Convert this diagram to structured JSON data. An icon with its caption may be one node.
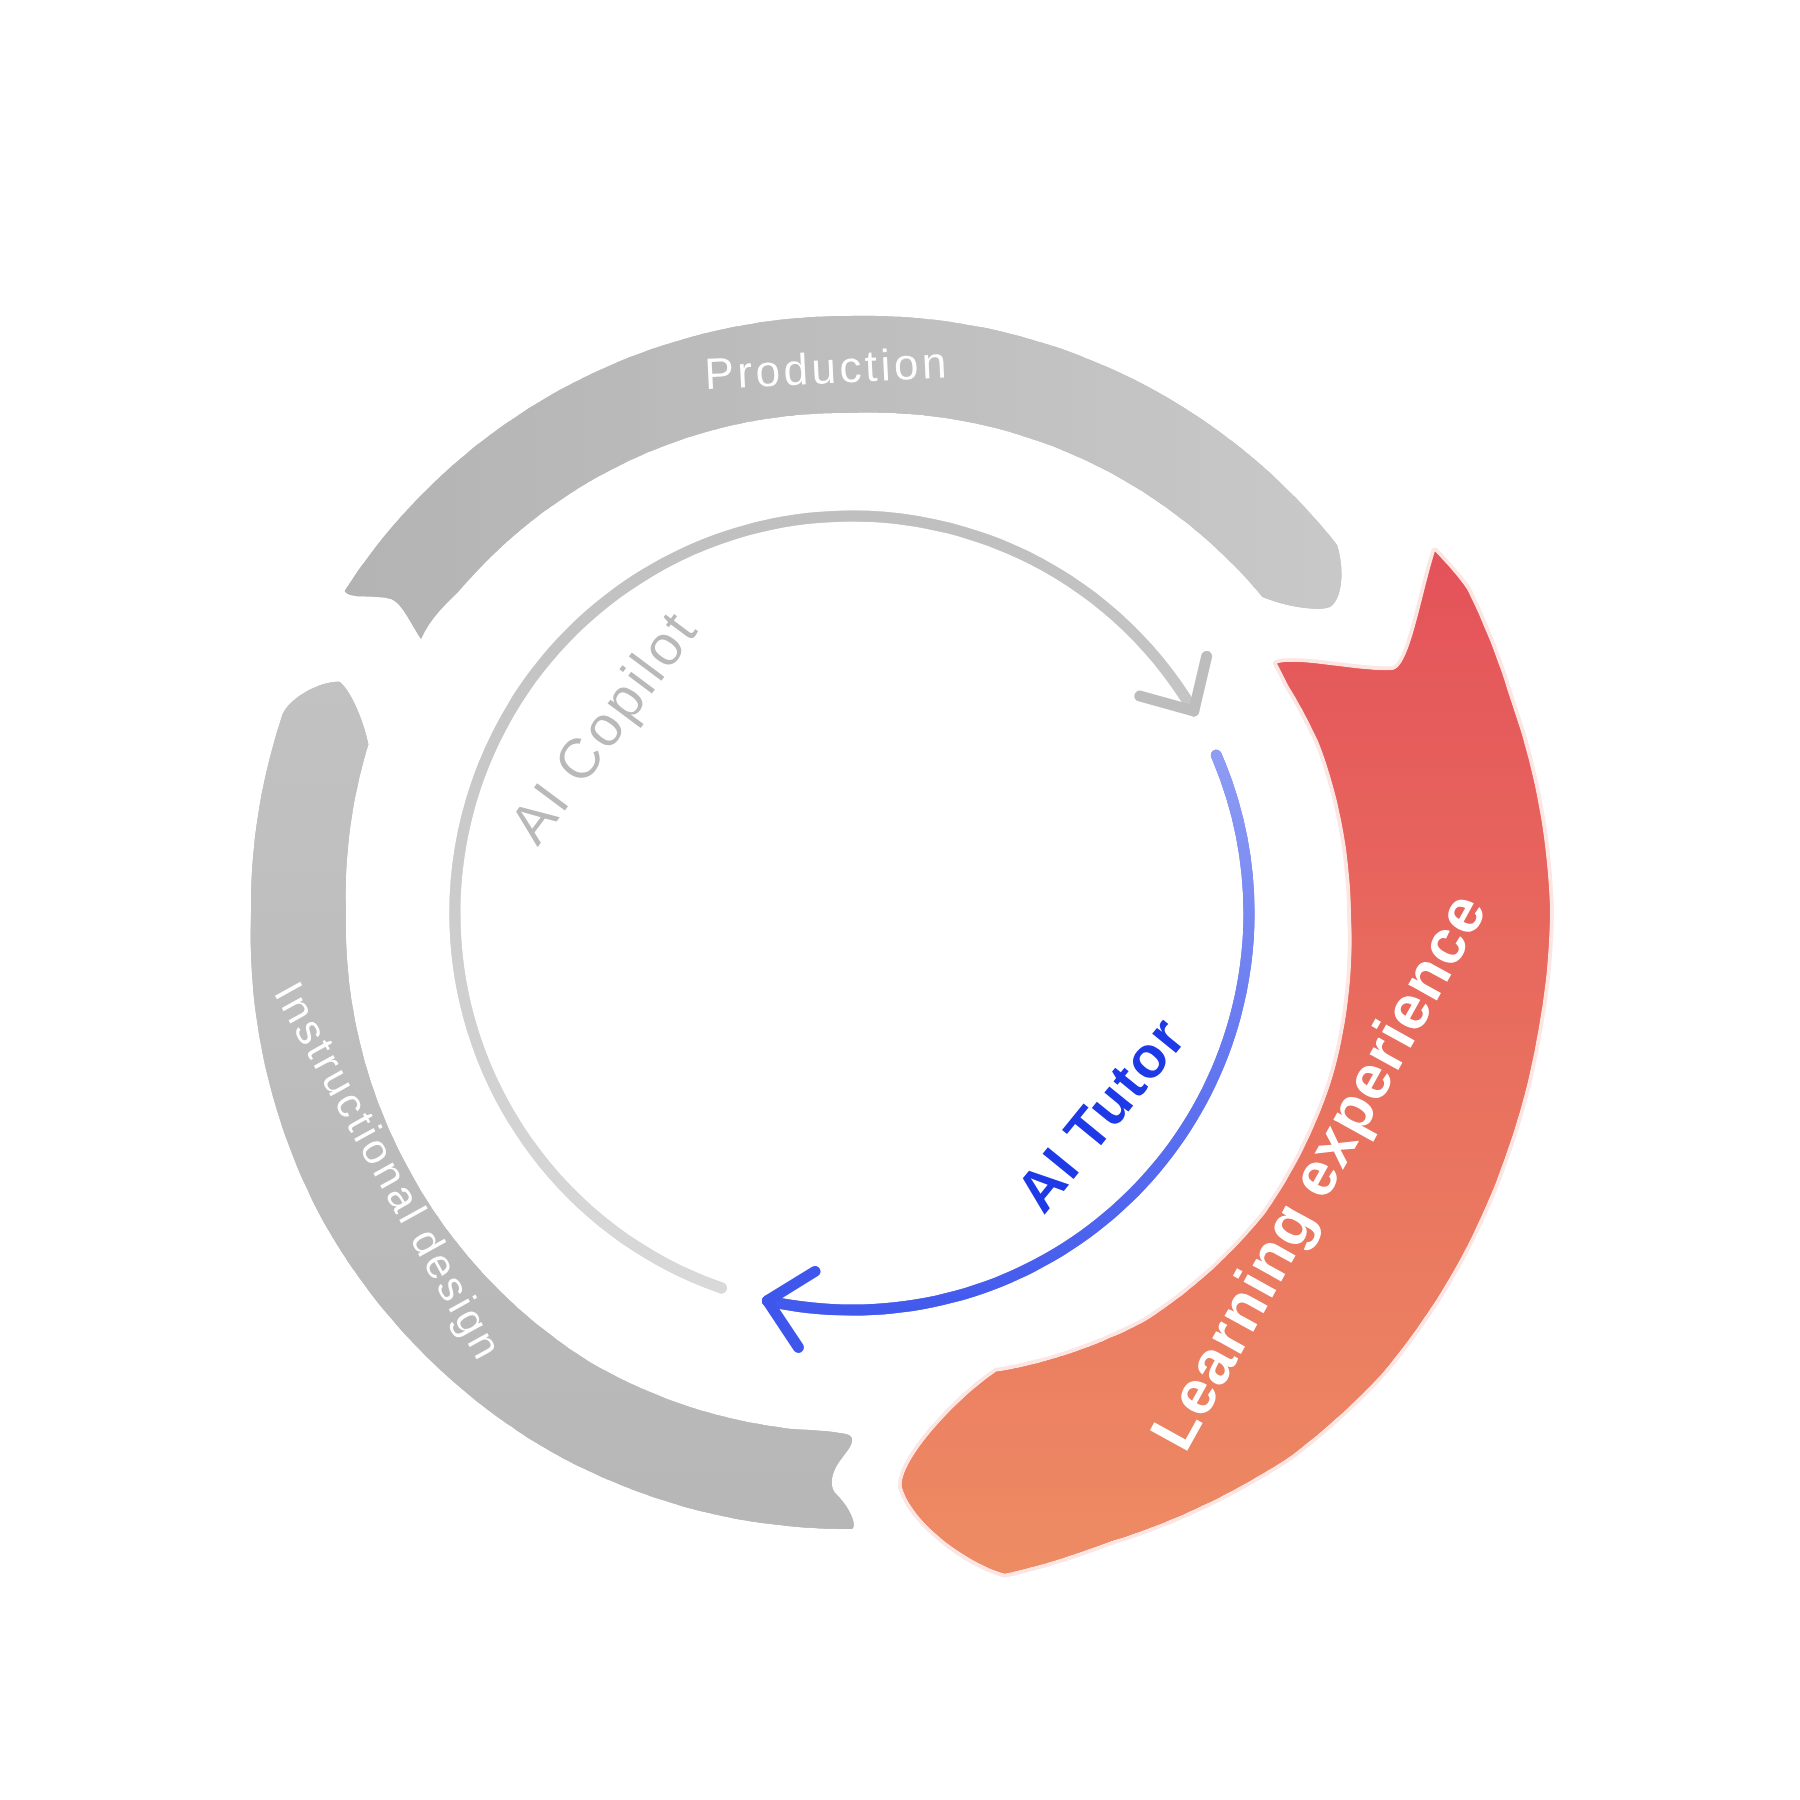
{
  "diagram": {
    "nodes": [
      {
        "text": [
          "Production"
        ]
      },
      {
        "text": [
          "Learning experience"
        ]
      },
      {
        "text": [
          "Instructional design"
        ]
      }
    ],
    "edges": [
      {
        "from": 2,
        "to": 1,
        "arrow": "to",
        "label": "AI Copilot"
      },
      {
        "from": 1,
        "to": 2,
        "arrow": "to",
        "label": "AI Tutor",
        "color": "#3e56ec"
      }
    ]
  }
}
